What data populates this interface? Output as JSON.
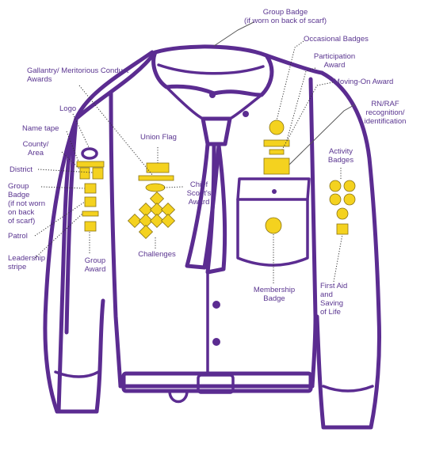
{
  "colors": {
    "outline": "#5b2c91",
    "badge": "#f4d21f",
    "label": "#5a3590"
  },
  "labels": {
    "group_badge_back": "Group Badge\n(if worn on back of scarf)",
    "occasional_badges": "Occasional Badges",
    "participation_award": "Participation\nAward",
    "moving_on_award": "Moving-On Award",
    "gallantry": "Gallantry/ Meritorious Conduct\nAwards",
    "rn_raf": "RN/RAF\nrecognition/\nidentification",
    "logo": "Logo",
    "name_tape": "Name tape",
    "county_area": "County/\nArea",
    "district": "District",
    "group_badge_front": "Group\nBadge\n(if not worn\non back\nof scarf)",
    "patrol": "Patrol",
    "leadership_stripe": "Leadership\nstripe",
    "group_award": "Group\nAward",
    "union_flag": "Union Flag",
    "chief_scouts_award": "Chief\nScout's\nAward",
    "challenges": "Challenges",
    "activity_badges": "Activity\nBadges",
    "membership_badge": "Membership\nBadge",
    "first_aid": "First Aid\nand\nSaving\nof Life"
  }
}
